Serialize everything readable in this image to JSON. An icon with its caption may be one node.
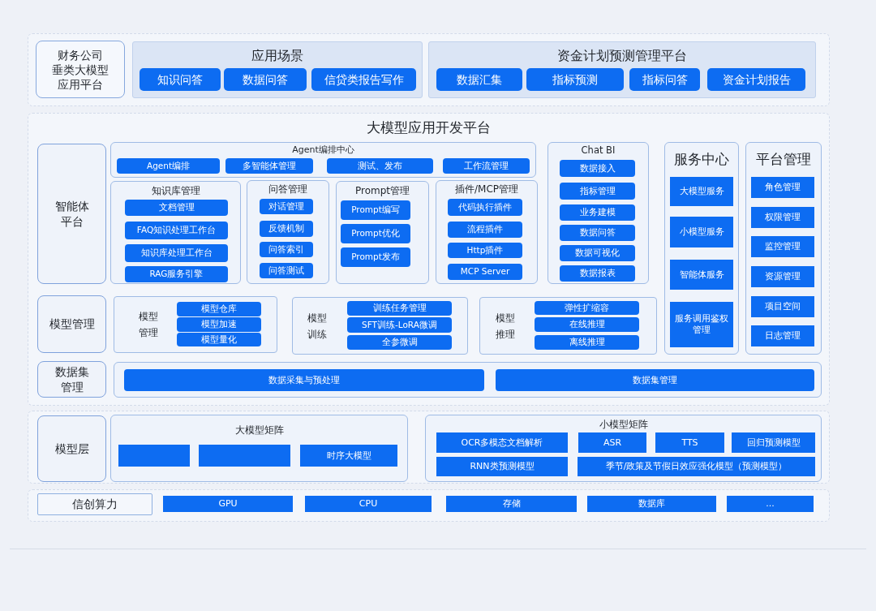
{
  "diagram": {
    "nodes": [
      {
        "text": [],
        "shape": "box"
      },
      {
        "text": [
          "财务公司垂类大模型应用平台"
        ],
        "in": 0
      },
      {
        "text": [
          "应用场景"
        ],
        "in": 0
      },
      {
        "text": [
          "知识问答"
        ],
        "in": 2
      },
      {
        "text": [
          "数据问答"
        ],
        "in": 2
      },
      {
        "text": [
          "信贷类报告写作"
        ],
        "in": 2
      },
      {
        "text": [
          "资金计划预测管理平台"
        ],
        "in": 0
      },
      {
        "text": [
          "数据汇集"
        ],
        "in": 6
      },
      {
        "text": [
          "指标预测"
        ],
        "in": 6
      },
      {
        "text": [
          "指标问答"
        ],
        "in": 6
      },
      {
        "text": [
          "资金计划报告"
        ],
        "in": 6
      },
      {
        "text": [
          "大模型应用开发平台"
        ]
      },
      {
        "text": [
          "智能体平台"
        ],
        "in": 11
      },
      {
        "text": [
          "Agent编排中心"
        ],
        "in": 11
      },
      {
        "text": [
          "Agent编排"
        ],
        "in": 13
      },
      {
        "text": [
          "多智能体管理"
        ],
        "in": 13
      },
      {
        "text": [
          "测试、发布"
        ],
        "in": 13
      },
      {
        "text": [
          "工作流管理"
        ],
        "in": 13
      },
      {
        "text": [
          "知识库管理"
        ],
        "in": 11
      },
      {
        "text": [
          "文档管理"
        ],
        "in": 18
      },
      {
        "text": [
          "FAQ知识处理工作台"
        ],
        "in": 18
      },
      {
        "text": [
          "知识库处理工作台"
        ],
        "in": 18
      },
      {
        "text": [
          "RAG服务引擎"
        ],
        "in": 18
      },
      {
        "text": [
          "问答管理"
        ],
        "in": 11
      },
      {
        "text": [
          "对话管理"
        ],
        "in": 23
      },
      {
        "text": [
          "反馈机制"
        ],
        "in": 23
      },
      {
        "text": [
          "问答索引"
        ],
        "in": 23
      },
      {
        "text": [
          "问答测试"
        ],
        "in": 23
      },
      {
        "text": [
          "Prompt管理"
        ],
        "in": 11
      },
      {
        "text": [
          "Prompt编写"
        ],
        "in": 28
      },
      {
        "text": [
          "Prompt优化"
        ],
        "in": 28
      },
      {
        "text": [
          "Prompt发布"
        ],
        "in": 28
      },
      {
        "text": [
          "插件/MCP管理"
        ],
        "in": 11
      },
      {
        "text": [
          "代码执行插件"
        ],
        "in": 32
      },
      {
        "text": [
          "流程插件"
        ],
        "in": 32
      },
      {
        "text": [
          "Http插件"
        ],
        "in": 32
      },
      {
        "text": [
          "MCP Server"
        ],
        "in": 32
      },
      {
        "text": [
          "Chat BI"
        ],
        "in": 11
      },
      {
        "text": [
          "数据接入"
        ],
        "in": 37
      },
      {
        "text": [
          "指标管理"
        ],
        "in": 37
      },
      {
        "text": [
          "业务建模"
        ],
        "in": 37
      },
      {
        "text": [
          "数据问答"
        ],
        "in": 37
      },
      {
        "text": [
          "数据可视化"
        ],
        "in": 37
      },
      {
        "text": [
          "数据报表"
        ],
        "in": 37
      },
      {
        "text": [
          "服务中心"
        ],
        "in": 11
      },
      {
        "text": [
          "大模型服务"
        ],
        "in": 44
      },
      {
        "text": [
          "小模型服务"
        ],
        "in": 44
      },
      {
        "text": [
          "智能体服务"
        ],
        "in": 44
      },
      {
        "text": [
          "服务调用鉴权管理"
        ],
        "in": 44
      },
      {
        "text": [
          "平台管理"
        ],
        "in": 11
      },
      {
        "text": [
          "角色管理"
        ],
        "in": 49
      },
      {
        "text": [
          "权限管理"
        ],
        "in": 49
      },
      {
        "text": [
          "监控管理"
        ],
        "in": 49
      },
      {
        "text": [
          "资源管理"
        ],
        "in": 49
      },
      {
        "text": [
          "项目空间"
        ],
        "in": 49
      },
      {
        "text": [
          "日志管理"
        ],
        "in": 49
      },
      {
        "text": [
          "模型管理"
        ],
        "in": 11
      },
      {
        "text": [
          "模型管理"
        ],
        "in": 11
      },
      {
        "text": [
          "模型仓库"
        ],
        "in": 57
      },
      {
        "text": [
          "模型加速"
        ],
        "in": 57
      },
      {
        "text": [
          "模型量化"
        ],
        "in": 57
      },
      {
        "text": [
          "模型训练"
        ],
        "in": 11
      },
      {
        "text": [
          "训练任务管理"
        ],
        "in": 61
      },
      {
        "text": [
          "SFT训练-LoRA微调"
        ],
        "in": 61
      },
      {
        "text": [
          "全参微调"
        ],
        "in": 61
      },
      {
        "text": [
          "模型推理"
        ],
        "in": 11
      },
      {
        "text": [
          "弹性扩缩容"
        ],
        "in": 65
      },
      {
        "text": [
          "在线推理"
        ],
        "in": 65
      },
      {
        "text": [
          "离线推理"
        ],
        "in": 65
      },
      {
        "text": [
          "数据集管理"
        ],
        "in": 11
      },
      {
        "text": [],
        "shape": "box",
        "in": 11
      },
      {
        "text": [
          "数据采集与预处理"
        ],
        "in": 70
      },
      {
        "text": [
          "数据集管理"
        ],
        "in": 70
      },
      {
        "text": [],
        "shape": "box"
      },
      {
        "text": [
          "模型层"
        ],
        "in": 73
      },
      {
        "text": [
          "大模型矩阵"
        ],
        "in": 73
      },
      {
        "text": [],
        "shape": "box",
        "in": 75
      },
      {
        "text": [],
        "shape": "box",
        "in": 75
      },
      {
        "text": [
          "时序大模型"
        ],
        "in": 75
      },
      {
        "text": [
          "小模型矩阵"
        ],
        "in": 73
      },
      {
        "text": [
          "OCR多模态文档解析"
        ],
        "in": 79
      },
      {
        "text": [
          "ASR"
        ],
        "in": 79
      },
      {
        "text": [
          "TTS"
        ],
        "in": 79
      },
      {
        "text": [
          "回归预测模型"
        ],
        "in": 79
      },
      {
        "text": [
          "RNN类预测模型"
        ],
        "in": 79
      },
      {
        "text": [
          "季节/政策及节假日效应强化模型（预测模型）"
        ],
        "in": 79
      },
      {
        "text": [],
        "shape": "box"
      },
      {
        "text": [
          "信创算力"
        ],
        "in": 86
      },
      {
        "text": [
          "GPU"
        ],
        "in": 86
      },
      {
        "text": [
          "CPU"
        ],
        "in": 86
      },
      {
        "text": [
          "存储"
        ],
        "in": 86
      },
      {
        "text": [
          "数据库"
        ],
        "in": 86
      },
      {
        "text": [
          "..."
        ],
        "in": 86
      }
    ]
  }
}
